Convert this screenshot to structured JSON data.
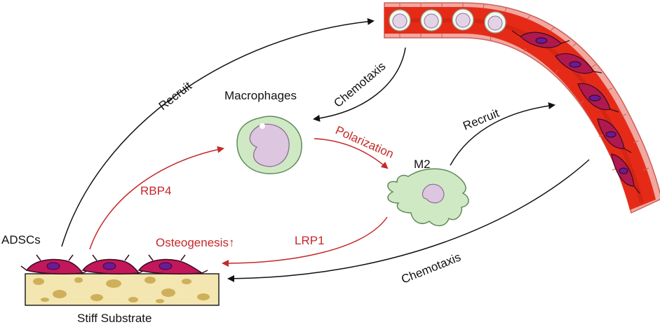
{
  "labels": {
    "adscs": "ADSCs",
    "stiff_substrate": "Stiff Substrate",
    "macrophages": "Macrophages",
    "m2": "M2",
    "recruit_left": "Recruit",
    "recruit_right": "Recruit",
    "chemotaxis_top": "Chemotaxis",
    "chemotaxis_bottom": "Chemotaxis",
    "polarization": "Polarization",
    "rbp4": "RBP4",
    "lrp1": "LRP1",
    "osteogenesis": "Osteogenesis↑"
  },
  "colors": {
    "black_arrow": "#111111",
    "red_arrow": "#c62828",
    "vessel_red": "#e52b18",
    "vessel_wall": "#f1a8a0",
    "cell_green": "#cfe9c4",
    "nucleus_lilac": "#ddc6e0",
    "adsc_magenta": "#c2185b",
    "substrate_tan": "#f3e6b0",
    "substrate_spot": "#c9a64a"
  },
  "icons": [
    "blood-vessel-icon",
    "macrophage-icon",
    "m2-macrophage-icon",
    "adsc-cell-icon",
    "stiff-substrate-icon"
  ]
}
